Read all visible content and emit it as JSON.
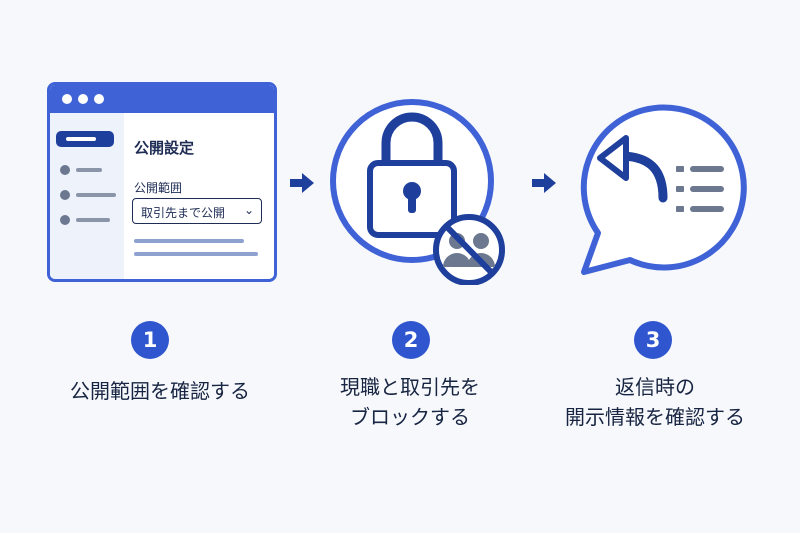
{
  "step1": {
    "number": "1",
    "caption": "公開範囲を確認する",
    "window": {
      "title": "公開設定",
      "field_label": "公開範囲",
      "select_value": "取引先まで公開"
    }
  },
  "step2": {
    "number": "2",
    "caption_line1": "現職と取引先を",
    "caption_line2": "ブロックする"
  },
  "step3": {
    "number": "3",
    "caption_line1": "返信時の",
    "caption_line2": "開示情報を確認する"
  },
  "colors": {
    "accent": "#3f62d6",
    "navy": "#1f3f9c",
    "text": "#172442",
    "gray": "#6b7890",
    "background": "#f6f8fb"
  },
  "icons": [
    "settings-window-icon",
    "arrow-right-icon",
    "padlock-icon",
    "no-people-icon",
    "speech-bubble-icon",
    "reply-arrow-icon",
    "list-icon"
  ]
}
